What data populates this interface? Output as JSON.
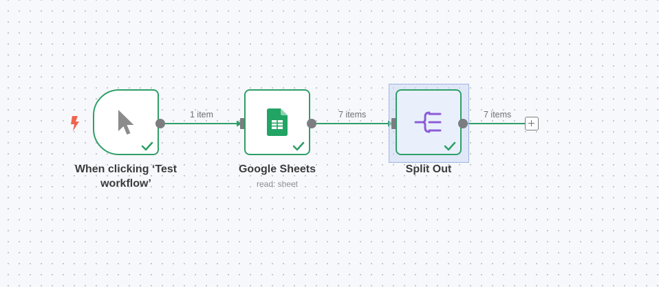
{
  "canvas": {
    "background": "#f7f8fb",
    "dot_color": "#b9bec7",
    "success_color": "#2e9e67"
  },
  "nodes": [
    {
      "name": "When clicking ‘Test workflow’",
      "title_line1": "When clicking ‘Test",
      "title_line2": "workflow’",
      "icon": "cursor-icon",
      "status": "success",
      "trigger": true
    },
    {
      "name": "Google Sheets",
      "title_line1": "Google Sheets",
      "subtitle": "read: sheet",
      "icon": "google-sheets-icon",
      "status": "success"
    },
    {
      "name": "Split Out",
      "title_line1": "Split Out",
      "icon": "split-out-icon",
      "status": "success",
      "selected": true
    }
  ],
  "edges": [
    {
      "from": "When clicking ‘Test workflow’",
      "to": "Google Sheets",
      "label": "1 item"
    },
    {
      "from": "Google Sheets",
      "to": "Split Out",
      "label": "7 items"
    },
    {
      "from": "Split Out",
      "to": "add-node",
      "label": "7 items"
    }
  ],
  "add_node": {
    "icon": "plus-icon"
  }
}
